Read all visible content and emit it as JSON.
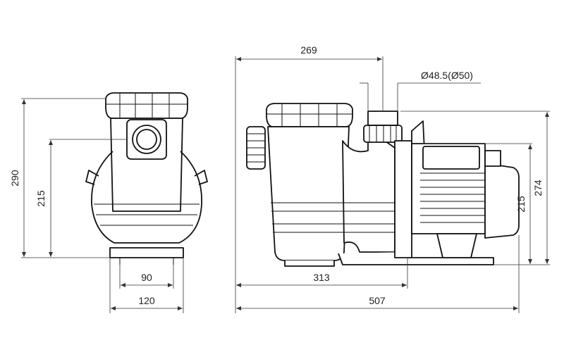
{
  "dimensions": {
    "front_width": "120",
    "front_base": "90",
    "front_height": "290",
    "front_inlet_height": "215",
    "side_length": "507",
    "side_base": "313",
    "side_top": "269",
    "side_height": "274",
    "side_outlet_height": "215",
    "outlet_diameter": "Ø48.5(Ø50)"
  }
}
